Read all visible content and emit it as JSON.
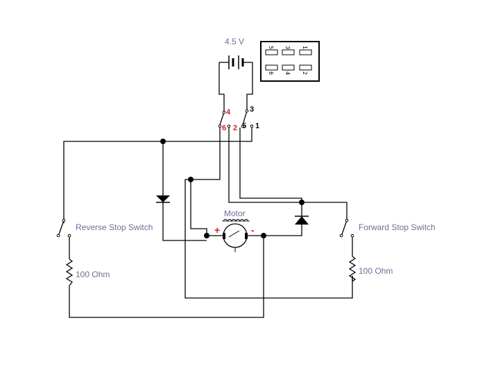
{
  "battery": {
    "label": "4.5 V"
  },
  "switch_pins": {
    "pin4": "4",
    "pin3": "3",
    "pin6": "6",
    "pin2": "2",
    "pin5": "5",
    "pin1": "1"
  },
  "connector_diagram": {
    "pins": [
      "5",
      "3",
      "1",
      "6",
      "4",
      "2"
    ]
  },
  "motor": {
    "label": "Motor",
    "plus": "+",
    "minus": "-"
  },
  "reverse_switch": {
    "label": "Reverse Stop Switch"
  },
  "forward_switch": {
    "label": "Forward Stop Switch"
  },
  "reverse_resistor": {
    "label": "100  Ohm"
  },
  "forward_resistor": {
    "label": "100  Ohm"
  },
  "colors": {
    "pin_red": "#d21f1f",
    "label_gray": "#6b6f9a",
    "wire": "#000000"
  }
}
